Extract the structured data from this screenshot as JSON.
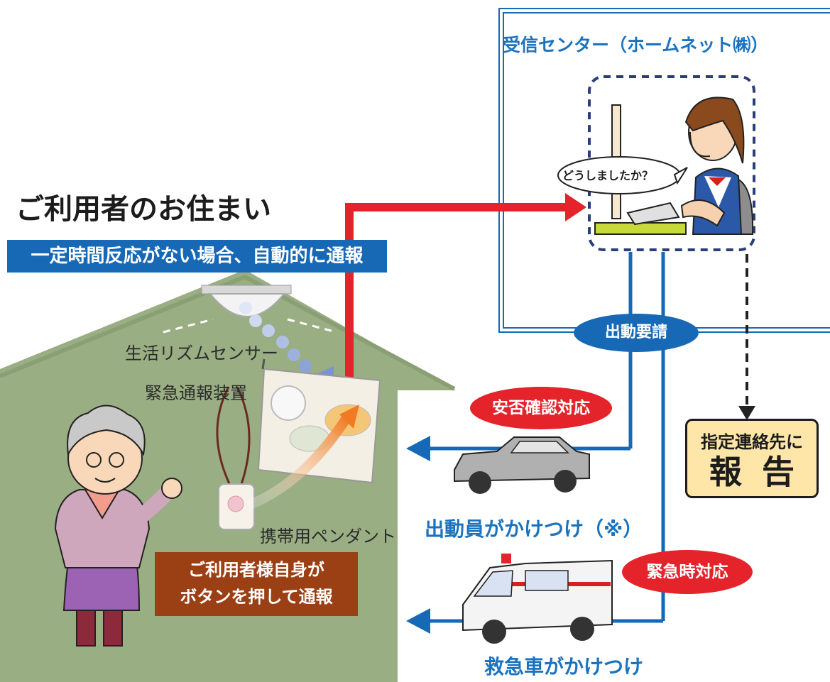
{
  "residence": {
    "title": "ご利用者のお住まい",
    "auto_notice_banner": "一定時間反応がない場合、自動的に通報",
    "devices": {
      "rhythm_sensor": "生活リズムセンサー",
      "emergency_device": "緊急通報装置",
      "pendant": "携帯用ペンダント"
    },
    "self_report_box": {
      "line1": "ご利用者様自身が",
      "line2": "ボタンを押して通報"
    }
  },
  "center": {
    "title": "受信センター（ホームネット㈱）",
    "operator_speech": "どうしましたか？"
  },
  "flow": {
    "dispatch_request": "出動要請",
    "safety_check": "安否確認対応",
    "staff_rush": "出動員がかけつけ（※）",
    "emergency": "緊急時対応",
    "ambulance_rush": "救急車がかけつけ"
  },
  "report_box": {
    "line1": "指定連絡先に",
    "line2": "報告"
  },
  "colors": {
    "accent_blue": "#1769b6",
    "alert_red": "#e4232a",
    "house_green": "#9aae84",
    "report_yellow": "#fde6a8",
    "self_report_brown": "#9b3f14"
  }
}
